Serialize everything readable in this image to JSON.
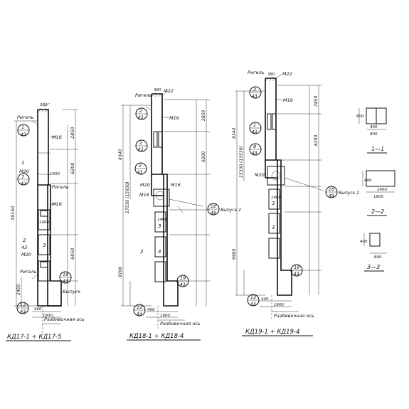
{
  "views": [
    {
      "caption": "КД17-1 ÷ КД17-5",
      "axis_label": "Разбивочная ось",
      "labels": {
        "rigel": "Ригель",
        "m16": "М16",
        "m20": "М20",
        "m16b": "М16",
        "sheet_top": "1",
        "ref_top": "43",
        "sheet_mid": "1",
        "sheet_mid2": "М20",
        "sheet_mid3": "7",
        "ref_mid": "43",
        "rigel2": "Ригель",
        "rigel3": "Ригель",
        "sheet_low": "2",
        "ref_low": "43",
        "sheet_low_b": "3",
        "sheet_bot": "19",
        "ref_bot": "43",
        "sheet_base": "12",
        "ref_base": "43",
        "vypusk": "Выпуск"
      },
      "dims": {
        "overall": "19150",
        "d1": "2850",
        "d2": "6200",
        "d3": "6850",
        "d4": "2450",
        "w1": "380",
        "w2": "1900",
        "w3": "1400",
        "w4": "1900",
        "w5": "400"
      }
    },
    {
      "caption": "КД18-1 ÷ КД18-4",
      "axis_label": "Разбивочная ось",
      "labels": {
        "rigel": "Ригель",
        "m22": "М22",
        "m16": "М16",
        "m20": "М20",
        "m16b": "М16",
        "m16c": "М16",
        "sheet_top": "2",
        "ref_top": "43",
        "sheet_mid": "1",
        "ref_mid": "43",
        "sheet_c": "2",
        "ref_c": "43",
        "sheet_low": "2",
        "sheet_low_b": "3",
        "sheet_low_c": "3",
        "sheet_bot": "19",
        "ref_bot": "43",
        "sheet_base": "12",
        "ref_base": "43",
        "vypusk_ref": "18",
        "vypusk_ref2": "48",
        "vypusk": "Выпуск 2"
      },
      "dims": {
        "overall": "8340",
        "overall2": "17530 (15930)",
        "d1": "2850",
        "d2": "6200",
        "d3": "9190",
        "w1": "380",
        "w2": "1900",
        "w3": "1400",
        "w4": "400"
      }
    },
    {
      "caption": "КД19-1 ÷ КД19-4",
      "axis_label": "Разбивочная ось",
      "labels": {
        "rigel": "Ригель",
        "m22": "М22",
        "m16": "М16",
        "m20": "М20",
        "sheet_top": "2",
        "ref_top": "43",
        "sheet_mid": "1",
        "ref_mid": "43",
        "sheet_c": "8",
        "ref_c": "43",
        "sheet_low": "3",
        "sheet_low_b": "3",
        "sheet_bot": "19",
        "ref_bot": "43",
        "sheet_base": "12",
        "ref_base": "43",
        "vypusk_ref": "18",
        "vypusk_ref2": "48",
        "vypusk": "Выпуск 2"
      },
      "dims": {
        "overall": "8340",
        "overall2": "15330 (13530)",
        "d1": "2850",
        "d2": "6200",
        "d3": "6990",
        "w1": "380",
        "w2": "1900",
        "w3": "1400",
        "w4": "400"
      }
    }
  ],
  "sections": [
    {
      "label": "1—1",
      "dims": [
        "800",
        "400",
        "800"
      ]
    },
    {
      "label": "2—2",
      "dims": [
        "400",
        "1400",
        "1900"
      ]
    },
    {
      "label": "3—3",
      "dims": [
        "400",
        "800"
      ]
    }
  ]
}
